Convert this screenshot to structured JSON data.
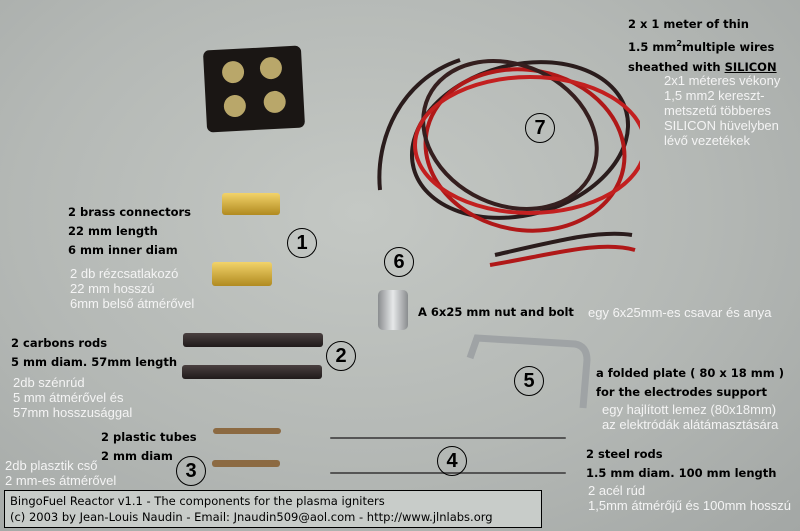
{
  "wires": {
    "en": [
      "2 x 1 meter of thin",
      "1.5 mm",
      "2",
      "multiple wires",
      "sheathed with ",
      "SILICON"
    ],
    "hu": [
      "2x1 méteres vékony",
      "1,5 mm2 kereszt-",
      "metszetű többeres",
      "SILICON hüvelyben",
      "lévő vezetékek"
    ],
    "num": "7"
  },
  "brass": {
    "en": [
      "2 brass connectors",
      "22 mm length",
      "6 mm inner diam"
    ],
    "hu": [
      "2 db rézcsatlakozó",
      "22 mm hosszú",
      "6mm belső átmérővel"
    ],
    "num": "1"
  },
  "carbon": {
    "en": [
      "2 carbons rods",
      "5 mm diam. 57mm length"
    ],
    "hu": [
      "2db szénrúd",
      "5 mm átmérővel és",
      "57mm hosszusággal"
    ],
    "num": "2"
  },
  "bolt": {
    "en": "A 6x25 mm nut and bolt",
    "hu": "egy 6x25mm-es csavar és anya",
    "num": "6"
  },
  "plate": {
    "en": [
      "a folded plate ( 80 x 18 mm )",
      "for the electrodes support"
    ],
    "hu": [
      "egy hajlított lemez (80x18mm)",
      "az elektródák alátámasztására"
    ],
    "num": "5"
  },
  "tubes": {
    "en": [
      "2 plastic tubes",
      "2 mm diam"
    ],
    "hu": [
      "2db plasztik cső",
      "2 mm-es átmérővel"
    ],
    "num": "3"
  },
  "steel": {
    "en": [
      "2 steel rods",
      "1.5 mm diam. 100 mm length"
    ],
    "hu": [
      "2 acél rúd",
      "1,5mm átmérőjű és 100mm hosszú"
    ],
    "num": "4"
  },
  "footer": {
    "line1": "BingoFuel Reactor v1.1 - The components for the plasma igniters",
    "line2": "(c) 2003 by Jean-Louis Naudin - Email: Jnaudin509@aol.com - http://www.jlnlabs.org"
  }
}
